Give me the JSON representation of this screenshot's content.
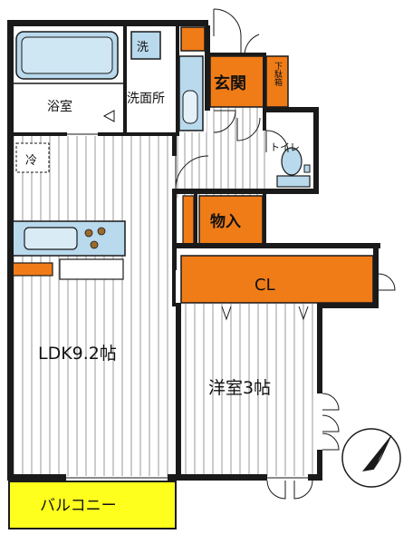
{
  "rooms": {
    "bath": "浴室",
    "washroom": "洗面所",
    "washer": "洗",
    "entrance": "玄関",
    "shoe_box": "下駄箱",
    "toilet": "トイレ",
    "fridge": "冷",
    "storage": "物入",
    "closet": "CL",
    "ldk": "LDK9.2帖",
    "western_room": "洋室3帖",
    "balcony": "バルコニー"
  },
  "colors": {
    "wall": "#1a1a1a",
    "orange": "#f07c18",
    "blue_fixture": "#b9d9ec",
    "balcony": "#ffff1e",
    "stripe": "#9a9a9a",
    "cooktop": "#9a6a2e"
  },
  "icons": {
    "compass": "north-arrow-icon"
  }
}
